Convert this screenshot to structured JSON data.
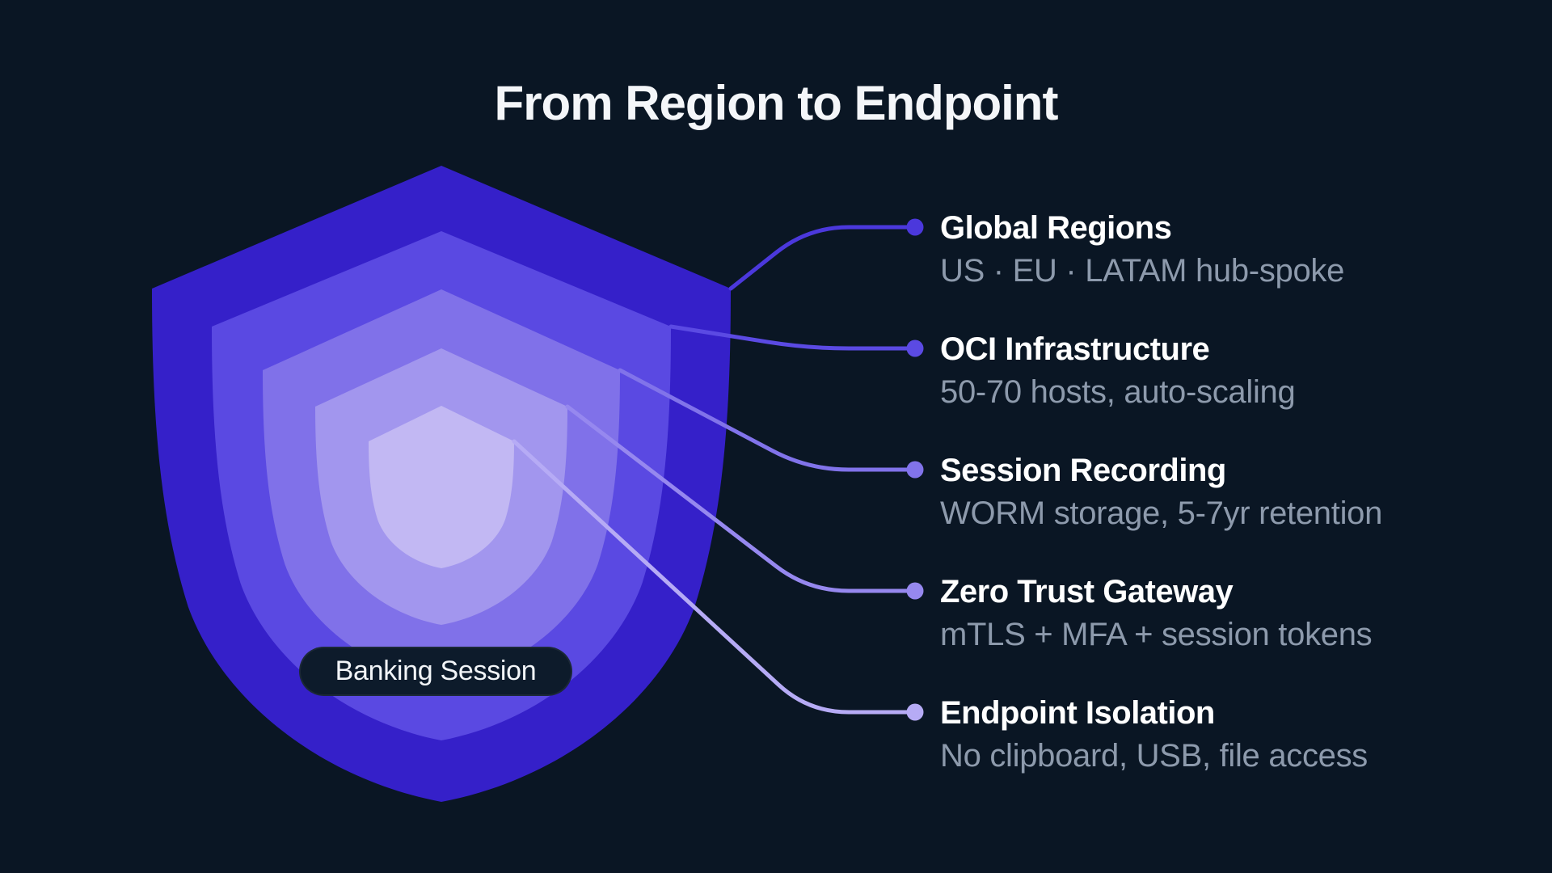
{
  "title": "From Region to Endpoint",
  "shield": {
    "badge_label": "Banking Session",
    "layers": [
      {
        "id": "layer-1-outer",
        "color": "#3520C9"
      },
      {
        "id": "layer-2",
        "color": "#5A49E2"
      },
      {
        "id": "layer-3",
        "color": "#8071E9"
      },
      {
        "id": "layer-4",
        "color": "#A296EE"
      },
      {
        "id": "layer-5-inner",
        "color": "#C2B8F3"
      }
    ]
  },
  "callouts": [
    {
      "title": "Global Regions",
      "subtitle": "US · EU · LATAM hub-spoke",
      "accent": "#4B38DC"
    },
    {
      "title": "OCI Infrastructure",
      "subtitle": "50-70 hosts, auto-scaling",
      "accent": "#5B4AE3"
    },
    {
      "title": "Session Recording",
      "subtitle": "WORM storage, 5-7yr retention",
      "accent": "#8173EA"
    },
    {
      "title": "Zero Trust Gateway",
      "subtitle": "mTLS + MFA + session tokens",
      "accent": "#9688EF"
    },
    {
      "title": "Endpoint Isolation",
      "subtitle": "No clipboard, USB, file access",
      "accent": "#B6ABF5"
    }
  ],
  "colors": {
    "background": "#0A1624",
    "title_text": "#F4F6F9",
    "callout_title": "#FFFFFF",
    "callout_subtitle": "#8D9AAC",
    "badge_background": "#0D1B2B",
    "badge_text": "#F2F5F8"
  }
}
